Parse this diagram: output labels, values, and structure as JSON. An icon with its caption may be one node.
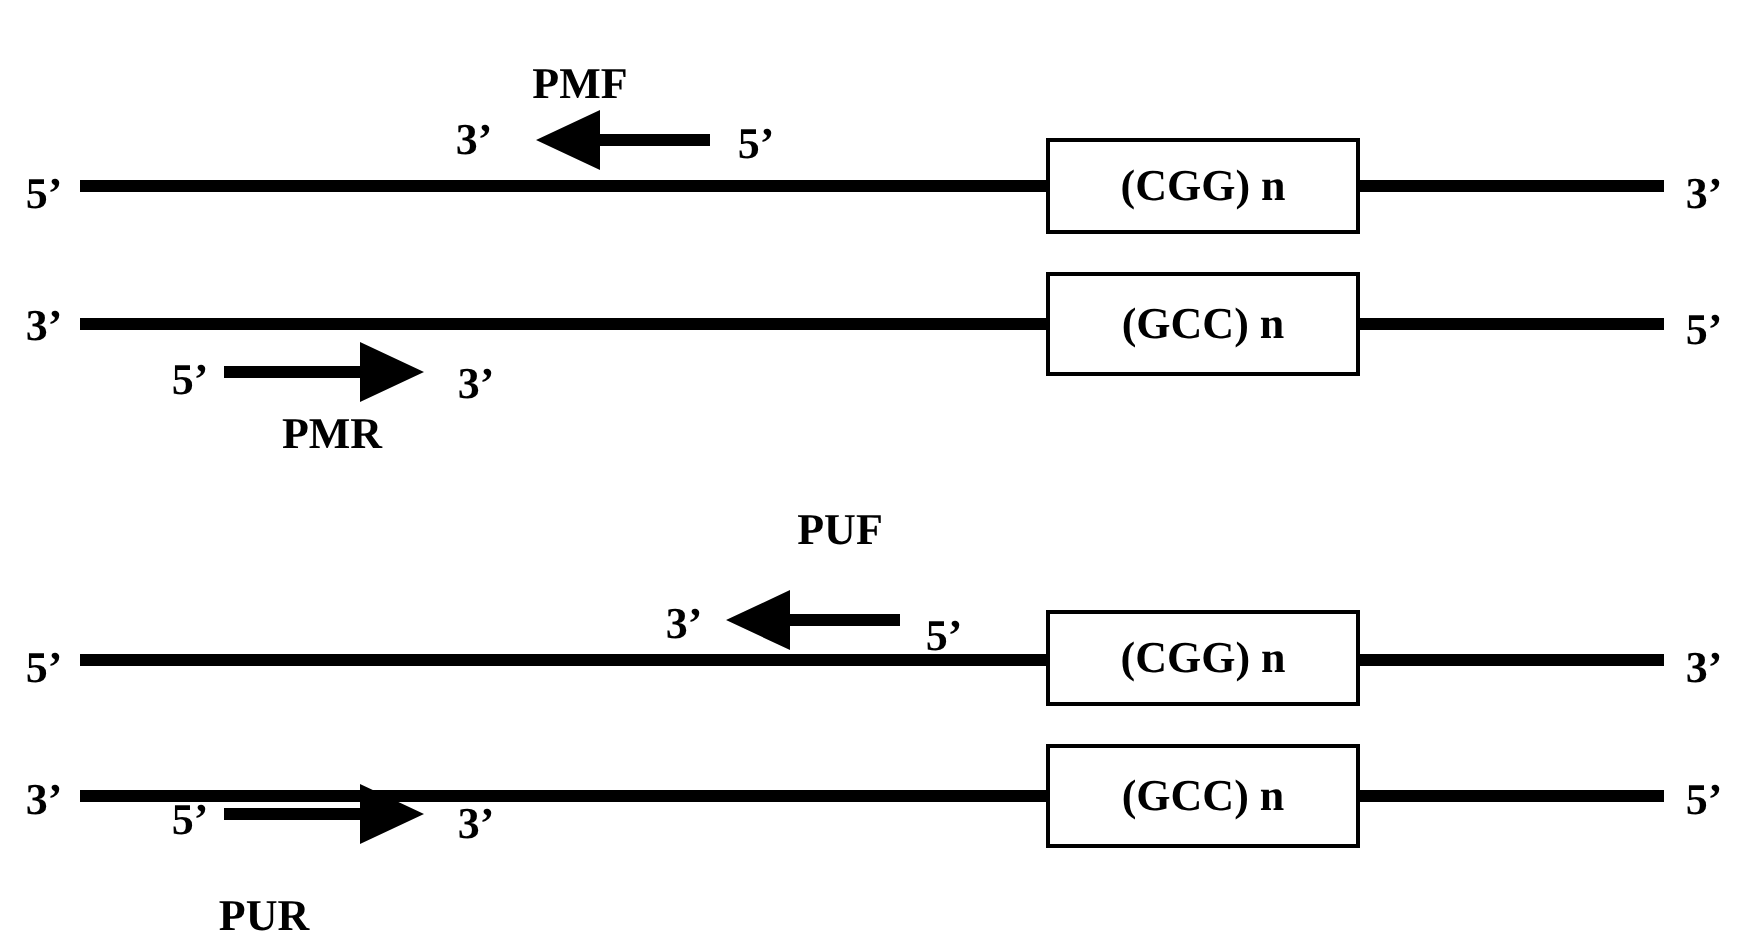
{
  "diagram": {
    "nodes": [
      {
        "text": [
          "(CGG) n"
        ]
      },
      {
        "text": [
          "(GCC) n"
        ]
      },
      {
        "text": [
          "(CGG) n"
        ]
      },
      {
        "text": [
          "(GCC) n"
        ]
      }
    ],
    "labels": [
      "PMF",
      "3’",
      "5’",
      "5’",
      "3’",
      "3’",
      "5’",
      "5’",
      "3’",
      "PMR",
      "PUF",
      "3’",
      "5’",
      "5’",
      "3’",
      "3’",
      "5’",
      "5’",
      "3’",
      "PUR"
    ]
  }
}
